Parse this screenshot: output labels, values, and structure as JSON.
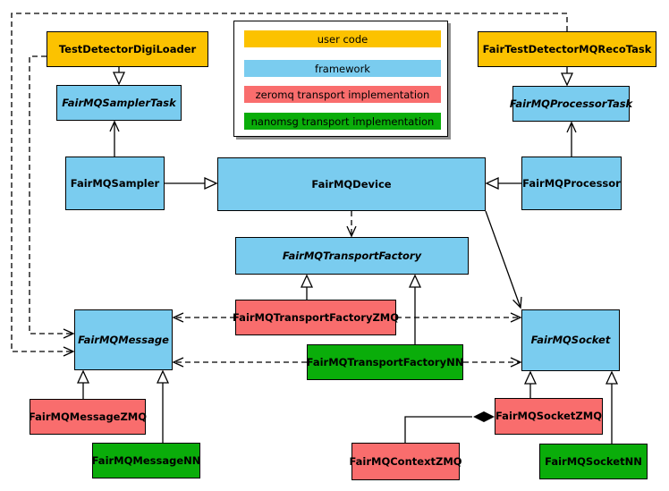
{
  "legend": {
    "items": [
      {
        "label": "user code",
        "color": "#FCC200",
        "category": "user-code"
      },
      {
        "label": "framework",
        "color": "#7ACCEF",
        "category": "framework"
      },
      {
        "label": "zeromq transport implementation",
        "color": "#F96D6D",
        "category": "zeromq-transport"
      },
      {
        "label": "nanomsg transport implementation",
        "color": "#0AAD0A",
        "category": "nanomsg-transport"
      }
    ]
  },
  "nodes": {
    "test_detector_digi_loader": {
      "label": "TestDetectorDigiLoader",
      "category": "user-code",
      "abstract": false
    },
    "fair_test_detector_mq_reco_task": {
      "label": "FairTestDetectorMQRecoTask",
      "category": "user-code",
      "abstract": false
    },
    "fairmq_sampler_task": {
      "label": "FairMQSamplerTask",
      "category": "framework",
      "abstract": true
    },
    "fairmq_processor_task": {
      "label": "FairMQProcessorTask",
      "category": "framework",
      "abstract": true
    },
    "fairmq_sampler": {
      "label": "FairMQSampler",
      "category": "framework",
      "abstract": false
    },
    "fairmq_device": {
      "label": "FairMQDevice",
      "category": "framework",
      "abstract": false
    },
    "fairmq_processor": {
      "label": "FairMQProcessor",
      "category": "framework",
      "abstract": false
    },
    "fairmq_transport_factory": {
      "label": "FairMQTransportFactory",
      "category": "framework",
      "abstract": true
    },
    "fairmq_transport_factory_zmq": {
      "label": "FairMQTransportFactoryZMQ",
      "category": "zeromq-transport",
      "abstract": false
    },
    "fairmq_transport_factory_nn": {
      "label": "FairMQTransportFactoryNN",
      "category": "nanomsg-transport",
      "abstract": false
    },
    "fairmq_message": {
      "label": "FairMQMessage",
      "category": "framework",
      "abstract": true
    },
    "fairmq_socket": {
      "label": "FairMQSocket",
      "category": "framework",
      "abstract": true
    },
    "fairmq_message_zmq": {
      "label": "FairMQMessageZMQ",
      "category": "zeromq-transport",
      "abstract": false
    },
    "fairmq_message_nn": {
      "label": "FairMQMessageNN",
      "category": "nanomsg-transport",
      "abstract": false
    },
    "fairmq_context_zmq": {
      "label": "FairMQContextZMQ",
      "category": "zeromq-transport",
      "abstract": false
    },
    "fairmq_socket_zmq": {
      "label": "FairMQSocketZMQ",
      "category": "zeromq-transport",
      "abstract": false
    },
    "fairmq_socket_nn": {
      "label": "FairMQSocketNN",
      "category": "nanomsg-transport",
      "abstract": false
    }
  },
  "edges": [
    {
      "from": "TestDetectorDigiLoader",
      "to": "FairMQSamplerTask",
      "kind": "inheritance"
    },
    {
      "from": "FairTestDetectorMQRecoTask",
      "to": "FairMQProcessorTask",
      "kind": "inheritance"
    },
    {
      "from": "FairMQSampler",
      "to": "FairMQDevice",
      "kind": "inheritance"
    },
    {
      "from": "FairMQProcessor",
      "to": "FairMQDevice",
      "kind": "inheritance"
    },
    {
      "from": "FairMQSampler",
      "to": "FairMQSamplerTask",
      "kind": "association"
    },
    {
      "from": "FairMQProcessor",
      "to": "FairMQProcessorTask",
      "kind": "association"
    },
    {
      "from": "FairMQDevice",
      "to": "FairMQTransportFactory",
      "kind": "dependency"
    },
    {
      "from": "FairMQDevice",
      "to": "FairMQSocket",
      "kind": "association"
    },
    {
      "from": "TestDetectorDigiLoader",
      "to": "FairMQMessage",
      "kind": "dependency"
    },
    {
      "from": "FairTestDetectorMQRecoTask",
      "to": "FairMQMessage",
      "kind": "dependency"
    },
    {
      "from": "FairMQTransportFactoryZMQ",
      "to": "FairMQTransportFactory",
      "kind": "inheritance"
    },
    {
      "from": "FairMQTransportFactoryNN",
      "to": "FairMQTransportFactory",
      "kind": "inheritance"
    },
    {
      "from": "FairMQTransportFactoryZMQ",
      "to": "FairMQMessage",
      "kind": "dependency"
    },
    {
      "from": "FairMQTransportFactoryZMQ",
      "to": "FairMQSocket",
      "kind": "dependency"
    },
    {
      "from": "FairMQTransportFactoryNN",
      "to": "FairMQMessage",
      "kind": "dependency"
    },
    {
      "from": "FairMQTransportFactoryNN",
      "to": "FairMQSocket",
      "kind": "dependency"
    },
    {
      "from": "FairMQMessageZMQ",
      "to": "FairMQMessage",
      "kind": "inheritance"
    },
    {
      "from": "FairMQMessageNN",
      "to": "FairMQMessage",
      "kind": "inheritance"
    },
    {
      "from": "FairMQSocketZMQ",
      "to": "FairMQSocket",
      "kind": "inheritance"
    },
    {
      "from": "FairMQSocketNN",
      "to": "FairMQSocket",
      "kind": "inheritance"
    },
    {
      "from": "FairMQSocketZMQ",
      "to": "FairMQContextZMQ",
      "kind": "composition"
    }
  ]
}
